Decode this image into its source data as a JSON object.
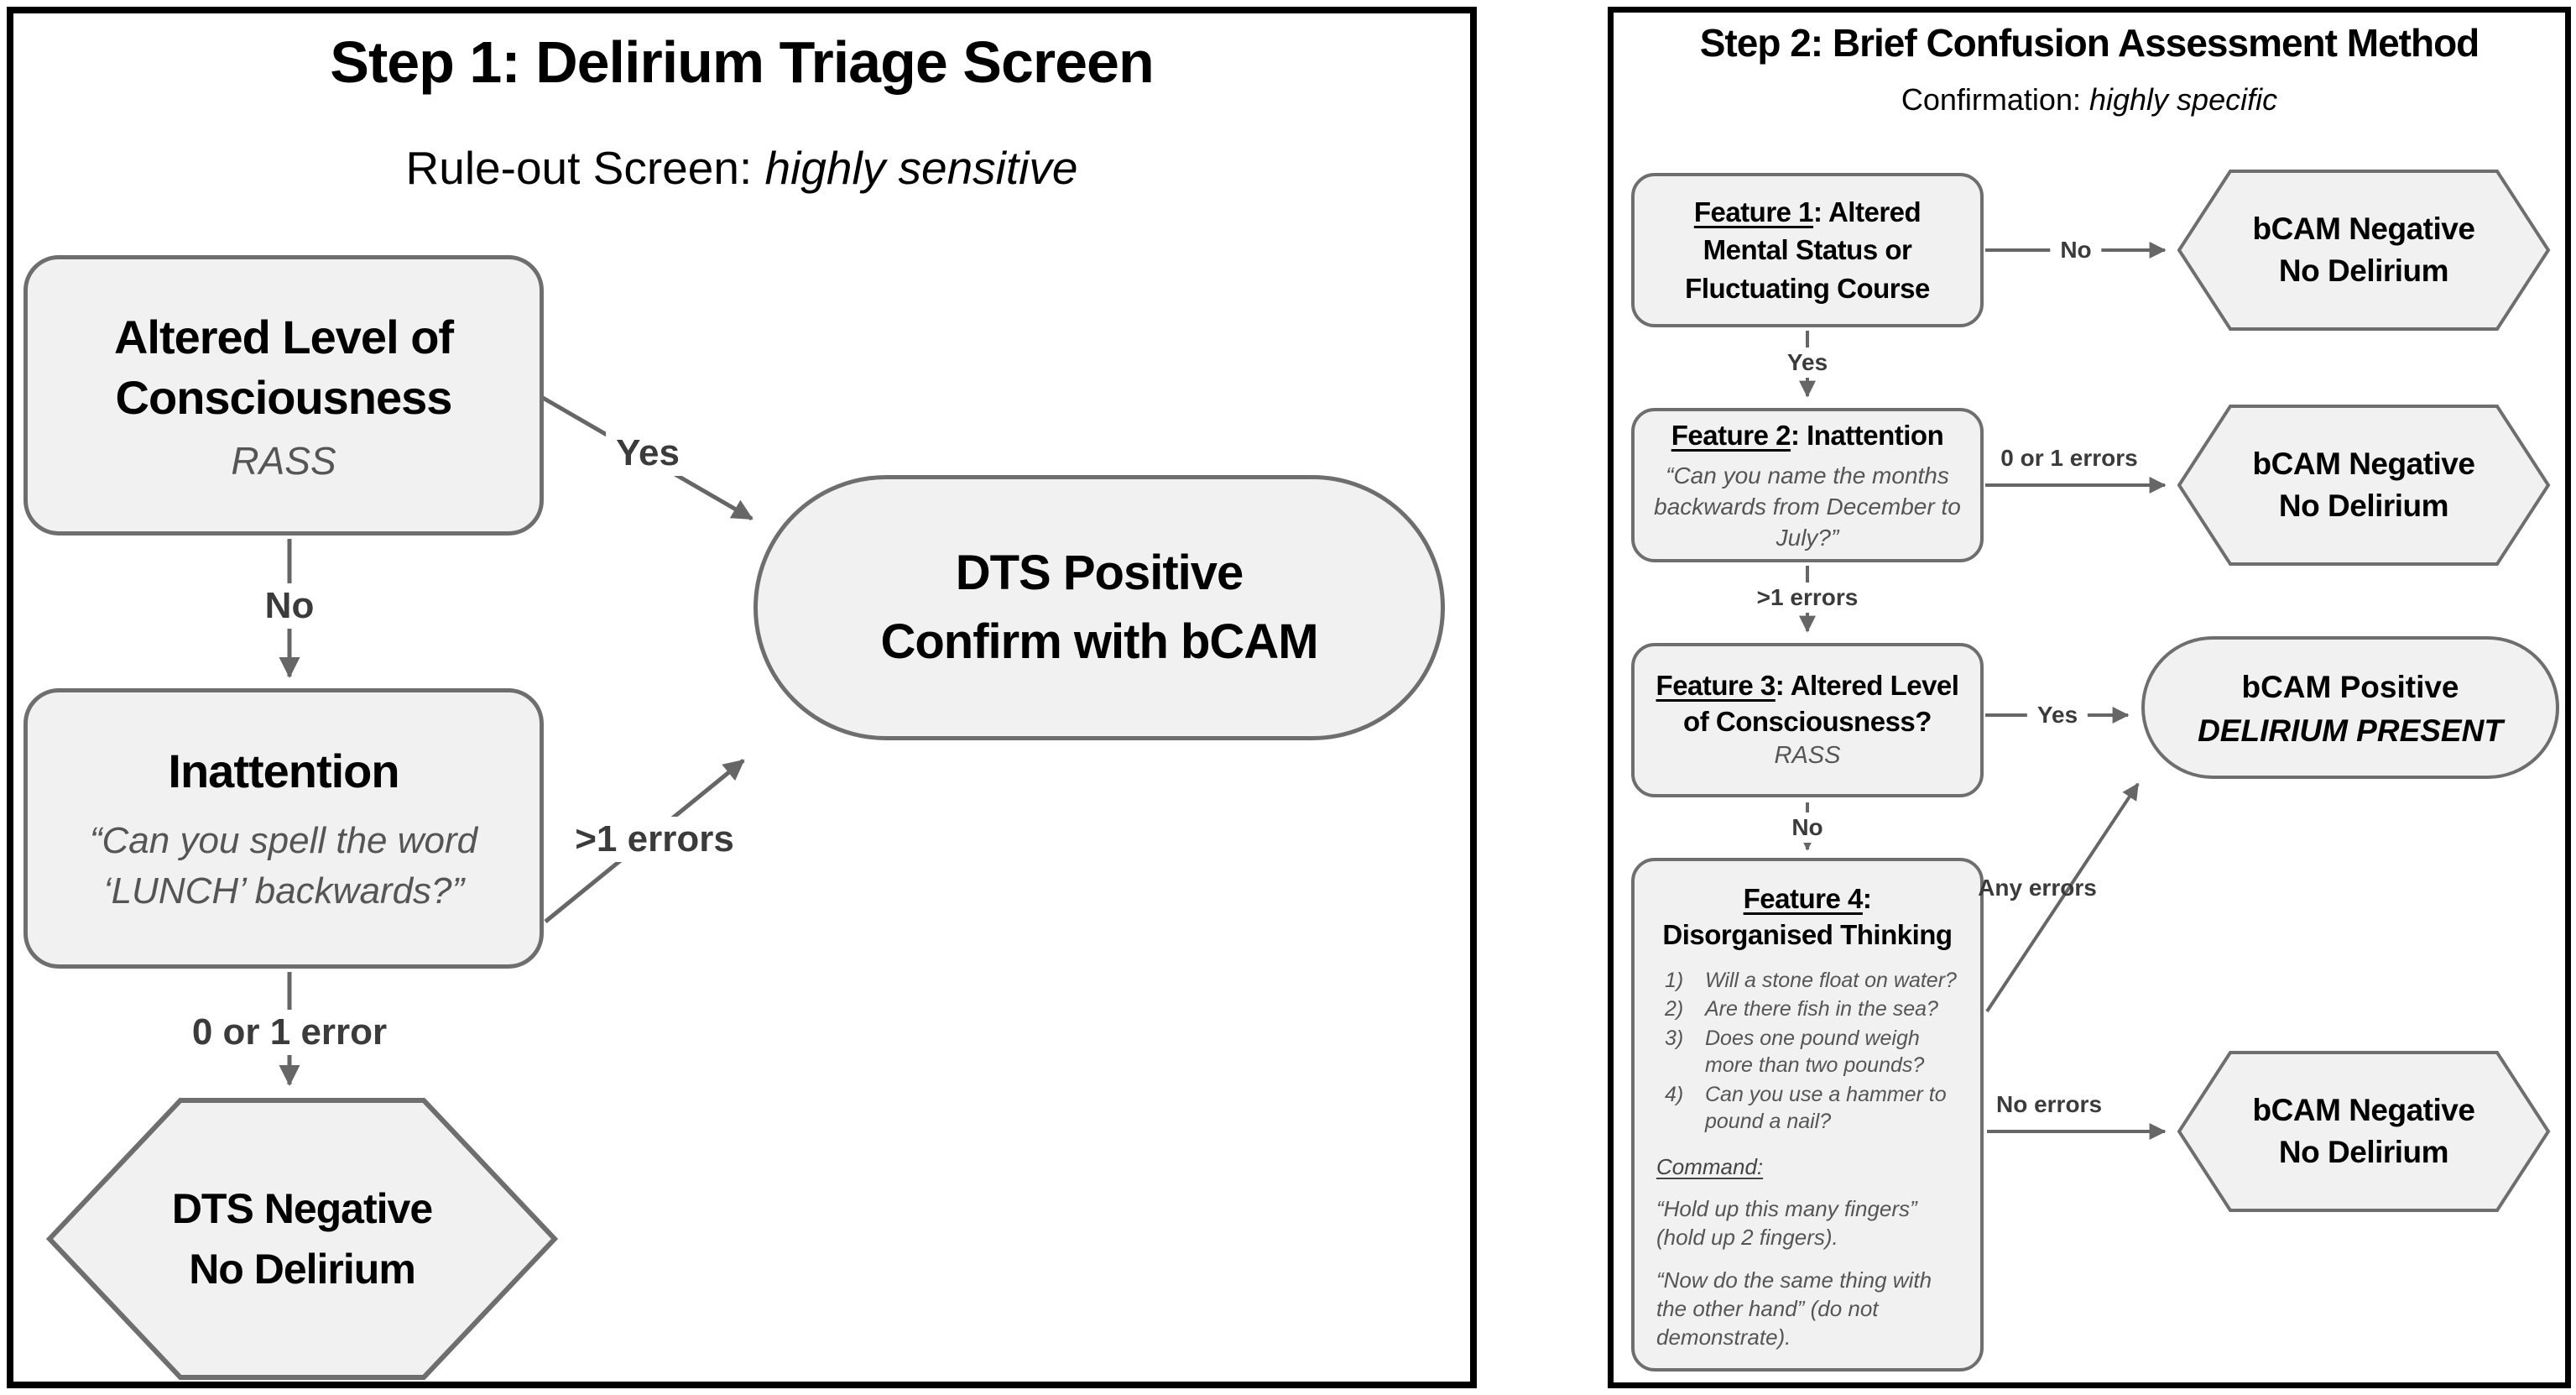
{
  "colors": {
    "node_fill": "#f1f1f1",
    "node_border": "#6e6e6e",
    "arrow": "#666666",
    "panel_border": "#000000",
    "muted_text": "#555555"
  },
  "panel1": {
    "title": "Step 1: Delirium Triage Screen",
    "subtitle_prefix": "Rule-out Screen: ",
    "subtitle_italic": "highly sensitive",
    "nodes": {
      "aloc": {
        "title": "Altered Level of Consciousness",
        "subtitle": "RASS"
      },
      "inattention": {
        "title": "Inattention",
        "question": "“Can you spell the word ‘LUNCH’ backwards?”"
      },
      "dts_positive": {
        "line1": "DTS Positive",
        "line2": "Confirm with bCAM"
      },
      "dts_negative": {
        "line1": "DTS Negative",
        "line2": "No Delirium"
      }
    },
    "labels": {
      "yes": "Yes",
      "no": "No",
      "gt1_errors": ">1 errors",
      "zero_or_one_error": "0 or 1 error"
    }
  },
  "panel2": {
    "title": "Step 2: Brief Confusion Assessment Method",
    "subtitle_prefix": "Confirmation: ",
    "subtitle_italic": "highly specific",
    "features": [
      {
        "prefix": "Feature 1",
        "rest": ": Altered Mental Status or Fluctuating Course"
      },
      {
        "prefix": "Feature 2",
        "rest": ": Inattention",
        "question": "“Can you name the months backwards from December to July?”"
      },
      {
        "prefix": "Feature 3",
        "rest": ": Altered Level of Consciousness?",
        "subtitle": "RASS"
      },
      {
        "prefix": "Feature 4",
        "rest": ":",
        "title2": "Disorganised Thinking",
        "q_numbers": [
          "1)",
          "2)",
          "3)",
          "4)"
        ],
        "questions": [
          "Will a stone float on water?",
          "Are there fish in the sea?",
          "Does one pound weigh more than two pounds?",
          "Can you use a hammer to pound a nail?"
        ],
        "command_label": "Command:",
        "command1": "“Hold up this many fingers” (hold up 2 fingers).",
        "command2": "“Now do the same thing with the other hand” (do not demonstrate)."
      }
    ],
    "outcomes": {
      "negative1": {
        "line1": "bCAM Negative",
        "line2": "No Delirium"
      },
      "negative2": {
        "line1": "bCAM Negative",
        "line2": "No Delirium"
      },
      "positive": {
        "line1": "bCAM Positive",
        "line2": "DELIRIUM PRESENT"
      },
      "negative3": {
        "line1": "bCAM Negative",
        "line2": "No Delirium"
      }
    },
    "labels": {
      "no_feature1": "No",
      "yes_feature1": "Yes",
      "zero_or_one_errors": "0 or 1 errors",
      "gt1_errors": ">1 errors",
      "yes_feature3": "Yes",
      "no_feature3": "No",
      "any_errors": "Any errors",
      "no_errors": "No errors"
    }
  }
}
